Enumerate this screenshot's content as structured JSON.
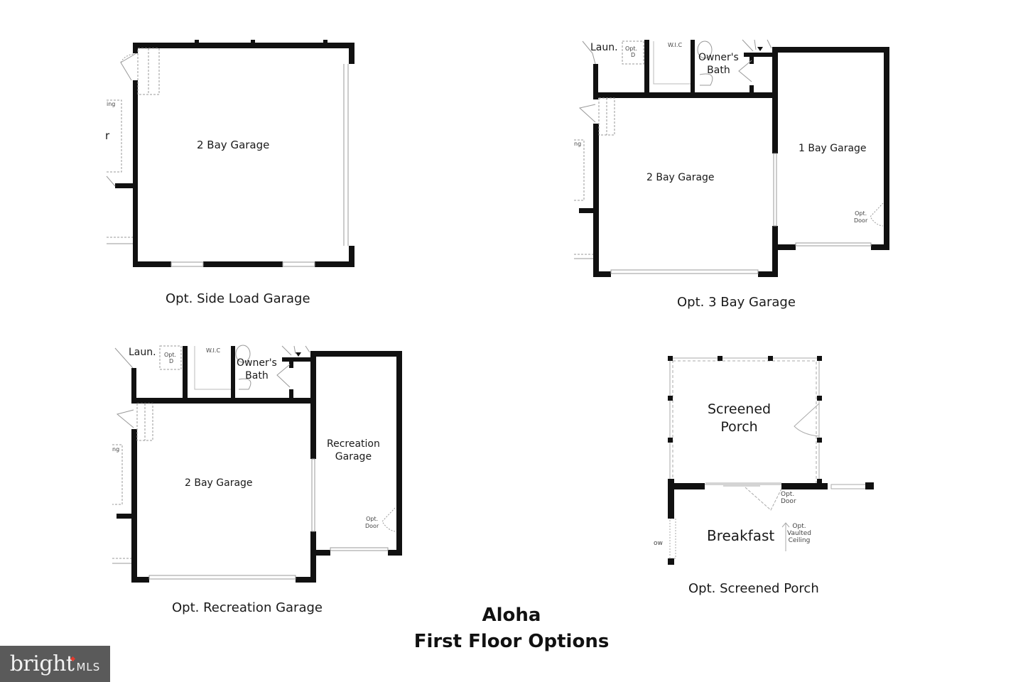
{
  "title": {
    "line1": "Aloha",
    "line2": "First Floor Options"
  },
  "plans": [
    {
      "caption": "Opt. Side Load Garage",
      "rooms": [
        "2 Bay Garage"
      ],
      "partial_labels": [
        "ing",
        "r"
      ]
    },
    {
      "caption": "Opt. 3 Bay Garage",
      "rooms": [
        "2 Bay Garage",
        "1 Bay Garage",
        "Laun.",
        "W.I.C",
        "Owner's",
        "Bath"
      ],
      "small_labels": [
        "Opt.",
        "D",
        "Opt.",
        "Door",
        "ng"
      ]
    },
    {
      "caption": "Opt. Recreation Garage",
      "rooms": [
        "2 Bay Garage",
        "Recreation",
        "Garage",
        "Laun.",
        "W.I.C",
        "Owner's",
        "Bath"
      ],
      "small_labels": [
        "Opt.",
        "D",
        "Opt.",
        "Door",
        "ng"
      ]
    },
    {
      "caption": "Opt. Screened Porch",
      "rooms": [
        "Screened",
        "Porch",
        "Breakfast"
      ],
      "small_labels": [
        "Opt.",
        "Door",
        "Opt.",
        "Vaulted",
        "Ceiling",
        "ow"
      ]
    }
  ],
  "logo": {
    "brand": "bright",
    "suffix": "MLS"
  }
}
